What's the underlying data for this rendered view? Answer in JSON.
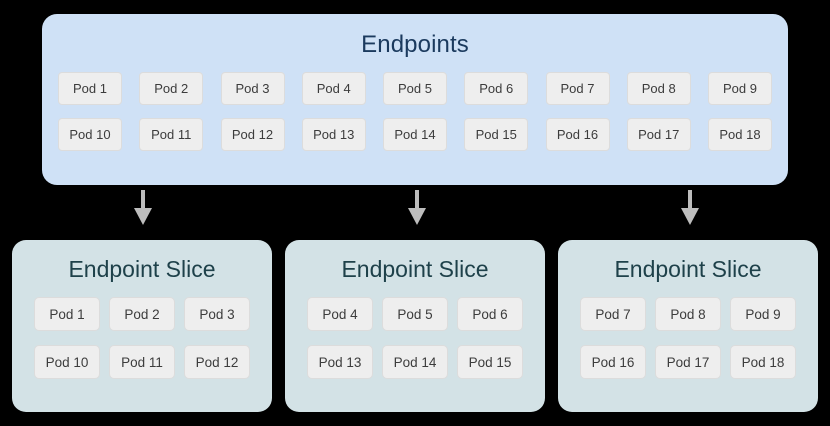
{
  "diagram": {
    "background_color": "#000000",
    "endpoints": {
      "title": "Endpoints",
      "fill_color": "#cfe1f6",
      "title_color": "#1b3a5e",
      "rows": [
        [
          "Pod 1",
          "Pod 2",
          "Pod 3",
          "Pod 4",
          "Pod 5",
          "Pod 6",
          "Pod 7",
          "Pod 8",
          "Pod 9"
        ],
        [
          "Pod 10",
          "Pod 11",
          "Pod 12",
          "Pod 13",
          "Pod 14",
          "Pod 15",
          "Pod 16",
          "Pod 17",
          "Pod 18"
        ]
      ]
    },
    "arrows": [
      {
        "label": "arrow-to-slice-1",
        "color": "#bdbdbd",
        "direction": "down"
      },
      {
        "label": "arrow-to-slice-2",
        "color": "#bdbdbd",
        "direction": "down"
      },
      {
        "label": "arrow-to-slice-3",
        "color": "#bdbdbd",
        "direction": "down"
      }
    ],
    "slices": [
      {
        "title": "Endpoint Slice",
        "fill_color": "#d3e2e6",
        "title_color": "#1e414a",
        "rows": [
          [
            "Pod 1",
            "Pod 2",
            "Pod 3"
          ],
          [
            "Pod 10",
            "Pod 11",
            "Pod 12"
          ]
        ]
      },
      {
        "title": "Endpoint Slice",
        "fill_color": "#d3e2e6",
        "title_color": "#1e414a",
        "rows": [
          [
            "Pod 4",
            "Pod 5",
            "Pod 6"
          ],
          [
            "Pod 13",
            "Pod 14",
            "Pod 15"
          ]
        ]
      },
      {
        "title": "Endpoint Slice",
        "fill_color": "#d3e2e6",
        "title_color": "#1e414a",
        "rows": [
          [
            "Pod 7",
            "Pod 8",
            "Pod 9"
          ],
          [
            "Pod 16",
            "Pod 17",
            "Pod 18"
          ]
        ]
      }
    ]
  }
}
